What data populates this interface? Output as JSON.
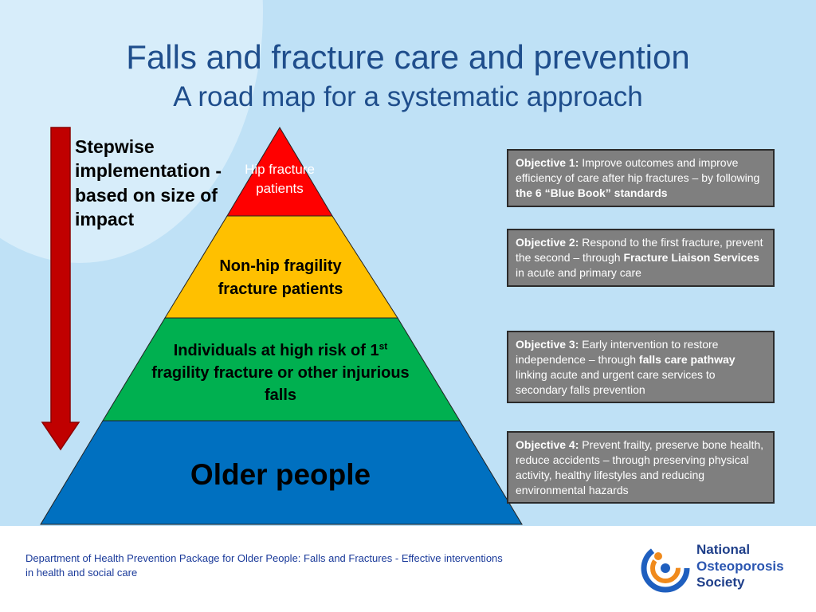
{
  "title": "Falls and fracture care and prevention",
  "subtitle": "A road map for a systematic approach",
  "side_label": "Stepwise implementation - based on size of impact",
  "pyramid": {
    "tier1": "Hip fracture patients",
    "tier2": "Non-hip fragility fracture patients",
    "tier3_pre": "Individuals at high risk of 1",
    "tier3_sup": "st",
    "tier3_post": " fragility fracture or other injurious falls",
    "tier4": "Older people",
    "colors": {
      "tier1": "#ff0000",
      "tier2": "#ffc000",
      "tier3": "#00b050",
      "tier4": "#0070c0",
      "arrow": "#c00000"
    }
  },
  "objectives": [
    {
      "label": "Objective 1:",
      "pre": " Improve outcomes and improve efficiency of care after hip fractures – by following ",
      "bold": "the 6 “Blue Book” standards",
      "post": ""
    },
    {
      "label": "Objective 2:",
      "pre": " Respond to the first fracture, prevent the second – through ",
      "bold": "Fracture Liaison Services",
      "post": " in acute and primary care"
    },
    {
      "label": "Objective 3:",
      "pre": " Early intervention to restore independence – through ",
      "bold": "falls care pathway",
      "post": " linking acute and urgent care services to secondary falls prevention"
    },
    {
      "label": "Objective 4:",
      "pre": " Prevent frailty, preserve bone health, reduce accidents – through preserving physical activity, healthy lifestyles and reducing environmental hazards",
      "bold": "",
      "post": ""
    }
  ],
  "footer": {
    "source": "Department of Health Prevention Package for Older People: Falls and Fractures - Effective interventions in health and social care",
    "logo_line1": "National",
    "logo_line2": "Osteoporosis",
    "logo_line3": "Society"
  }
}
